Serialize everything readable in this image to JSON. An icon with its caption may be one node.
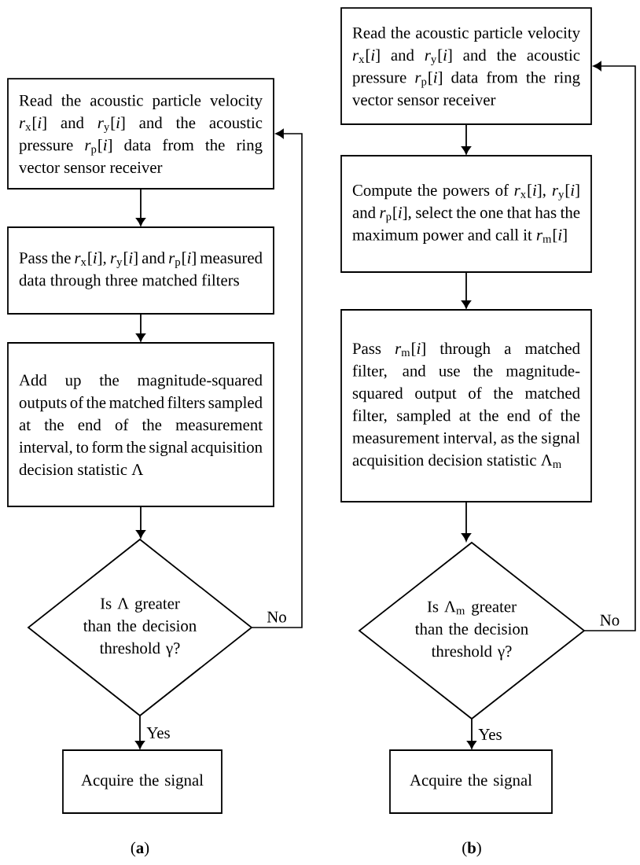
{
  "diagram": {
    "nodes": [
      {
        "text": [
          "Read the acoustic particle velocity *r*$_{x}$[*i*] and *r*$_{y}$[*i*] and the acoustic pressure *r*$_{p}$[*i*] data from the ring vector sensor receiver"
        ]
      },
      {
        "text": [
          "Pass the *r*$_{x}$[*i*], *r*$_{y}$[*i*] and *r*$_{p}$[*i*] measured data through three matched filters"
        ]
      },
      {
        "text": [
          "Add up the magnitude-squared outputs of the matched filters sampled at the end of the measurement interval, to form the signal acquisition decision statistic Λ"
        ]
      },
      {
        "text": [
          "Is Λ greater than the decision threshold γ?"
        ]
      },
      {
        "text": [
          "Acquire the signal"
        ]
      },
      {
        "text": [
          "Read the acoustic particle velocity *r*$_{x}$[*i*] and *r*$_{y}$[*i*] and the acoustic pressure *r*$_{p}$[*i*] data from the ring vector sensor receiver"
        ]
      },
      {
        "text": [
          "Compute the powers of *r*$_{x}$[*i*], *r*$_{y}$[*i*] and *r*$_{p}$[*i*], select the one that has the maximum power and call it *r*$_{m}$[*i*]"
        ]
      },
      {
        "text": [
          "Pass *r*$_{m}$[*i*] through a matched filter, and use the magnitude-squared output of the matched filter, sampled at the end of the measurement interval, as the signal acquisition decision statistic Λ$_{m}$"
        ]
      },
      {
        "text": [
          "Is Λ$_{m}$ greater than the decision threshold γ?"
        ]
      },
      {
        "text": [
          "Acquire the signal"
        ]
      }
    ],
    "edges": [
      {
        "from": 0,
        "to": 1,
        "arrow": "to"
      },
      {
        "from": 1,
        "to": 2,
        "arrow": "to"
      },
      {
        "from": 2,
        "to": 3,
        "arrow": "to"
      },
      {
        "from": 3,
        "to": 4,
        "arrow": "to",
        "label": "Yes"
      },
      {
        "from": 3,
        "to": 0,
        "arrow": "to",
        "label": "No"
      },
      {
        "from": 5,
        "to": 6,
        "arrow": "to"
      },
      {
        "from": 6,
        "to": 7,
        "arrow": "to"
      },
      {
        "from": 7,
        "to": 8,
        "arrow": "to"
      },
      {
        "from": 8,
        "to": 9,
        "arrow": "to",
        "label": "Yes"
      },
      {
        "from": 8,
        "to": 5,
        "arrow": "to",
        "label": "No"
      }
    ],
    "labels": [
      "(**a**)",
      "(**b**)"
    ]
  }
}
